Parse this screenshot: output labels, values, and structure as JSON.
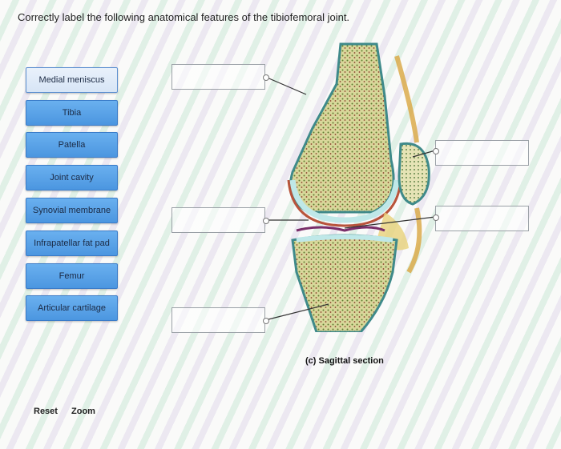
{
  "question": "Correctly label the following anatomical features of the tibiofemoral joint.",
  "labels": [
    "Medial meniscus",
    "Tibia",
    "Patella",
    "Joint cavity",
    "Synovial membrane",
    "Infrapatellar fat pad",
    "Femur",
    "Articular cartilage"
  ],
  "caption": "(c) Sagittal section",
  "controls": {
    "reset": "Reset",
    "zoom": "Zoom"
  }
}
